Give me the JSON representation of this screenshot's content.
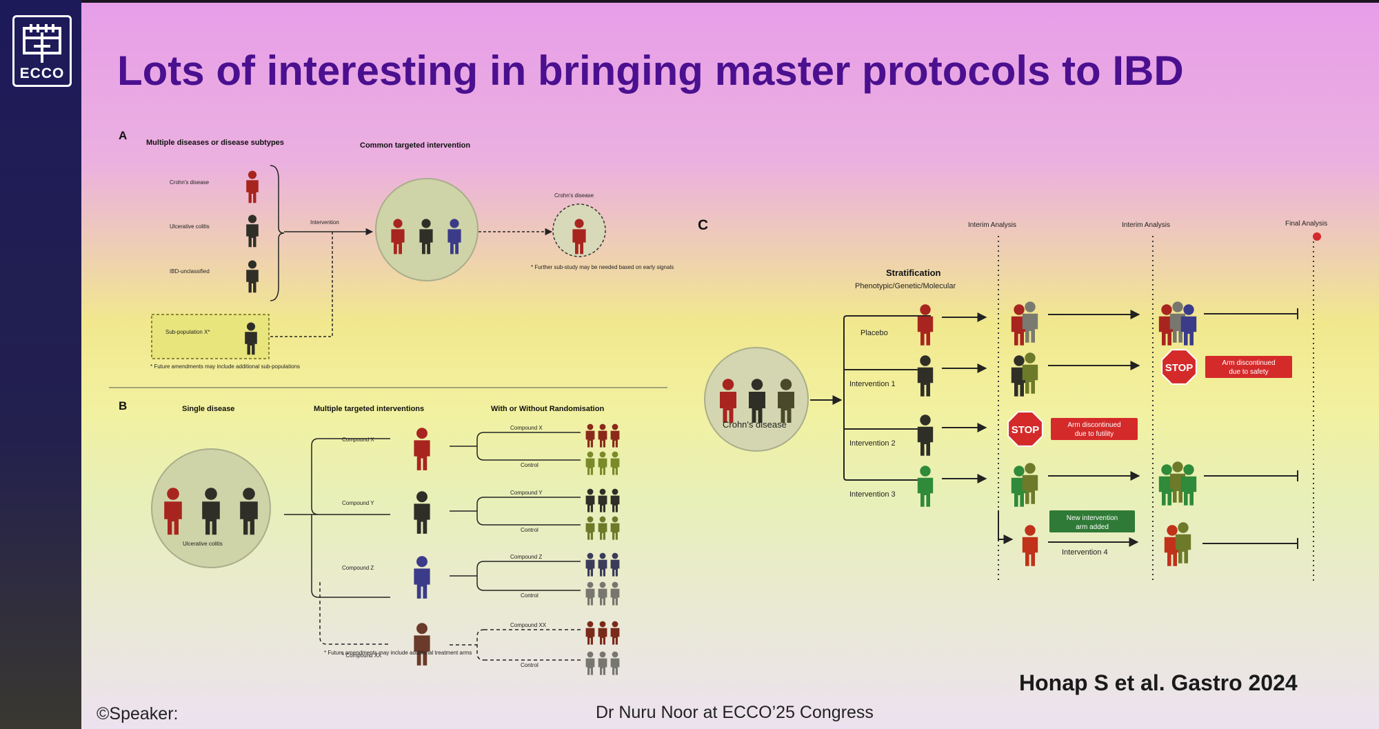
{
  "logo": {
    "text": "ECCO"
  },
  "title": "Lots of interesting in bringing master protocols to IBD",
  "citation": "Honap S et al. Gastro 2024",
  "speaker": "©Speaker:",
  "footer": "Dr Nuru Noor at ECCO’25 Congress",
  "colors": {
    "red": "#a8251f",
    "dark": "#2f2f28",
    "blue": "#3b3b8a",
    "green": "#2f8a3a",
    "olive": "#6d7a2a",
    "grey": "#777770",
    "orange": "#c0321a",
    "stop": "#d42a2a",
    "title": "#4a108f"
  },
  "panel_a": {
    "letter": "A",
    "heading_left": "Multiple diseases or disease subtypes",
    "heading_mid": "Common targeted intervention",
    "rows": [
      "Crohn's disease",
      "Ulcerative colitis",
      "IBD-unclassified"
    ],
    "subpop": "Sub-population X*",
    "intervention": "Intervention",
    "target_label": "Crohn's disease",
    "note_right": "* Further sub-study may be needed based on early signals",
    "note_left": "* Future amendments may include additional sub-populations"
  },
  "panel_b": {
    "letter": "B",
    "heading_left": "Single disease",
    "heading_mid": "Multiple targeted interventions",
    "heading_right": "With or Without Randomisation",
    "disease": "Ulcerative colitis",
    "arms": [
      {
        "name": "Compound X",
        "split": "Compound X",
        "control": "Control"
      },
      {
        "name": "Compound Y",
        "split": "Compound Y",
        "control": "Control"
      },
      {
        "name": "Compound Z",
        "split": "Compound Z",
        "control": "Control"
      },
      {
        "name": "* Compound XX",
        "split": "Compound XX",
        "control": "Control"
      }
    ],
    "note": "* Future amendments may include additional treatment arms"
  },
  "panel_c": {
    "letter": "C",
    "stratification": "Stratification",
    "strat_sub": "Phenotypic/Genetic/Molecular",
    "disease": "Crohn's disease",
    "interim1": "Interim Analysis",
    "interim2": "Interim Analysis",
    "final": "Final Analysis",
    "arms": [
      "Placebo",
      "Intervention 1",
      "Intervention 2",
      "Intervention 3"
    ],
    "arm4": "Intervention 4",
    "stop": "STOP",
    "futility": "Arm discontinued due to futility",
    "safety": "Arm discontinued due to safety",
    "new_arm": "New intervention arm added"
  }
}
